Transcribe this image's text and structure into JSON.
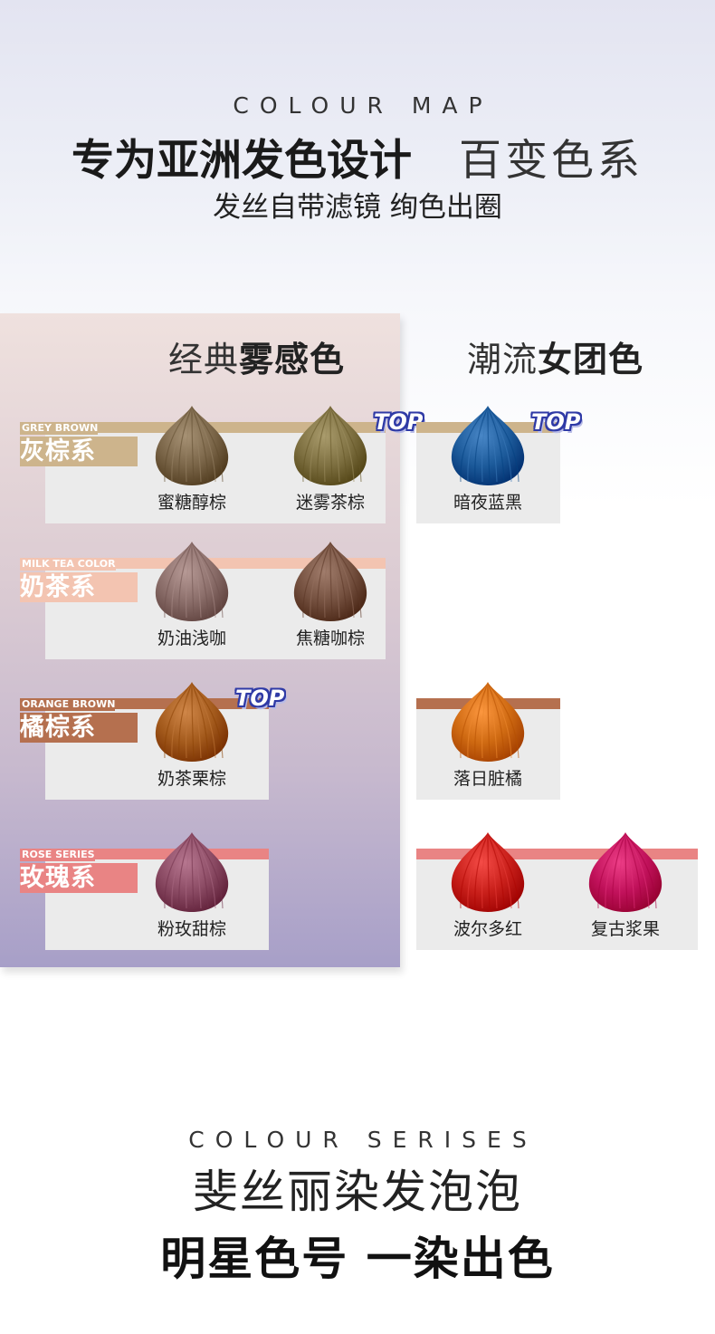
{
  "header": {
    "eyebrow": "COLOUR MAP",
    "title_bold": "专为亚洲发色设计",
    "title_light": "百变色系",
    "subtitle": "发丝自带滤镜 绚色出圈"
  },
  "columns": {
    "classic": {
      "title_part1": "经典",
      "title_part2": "雾感色"
    },
    "trend": {
      "title_part1": "潮流",
      "title_part2": "女团色"
    }
  },
  "top_badge": "TOP",
  "series": [
    {
      "en": "GREY BROWN",
      "cn": "灰棕系",
      "accent": "#cdb48c",
      "classic": [
        {
          "name": "蜜糖醇棕",
          "color": "#7a6548",
          "top": false
        },
        {
          "name": "迷雾茶棕",
          "color": "#7d6f40",
          "top": true
        }
      ],
      "trend": [
        {
          "name": "暗夜蓝黑",
          "color": "#1c5a9a",
          "top": true
        }
      ]
    },
    {
      "en": "MILK TEA COLOR",
      "cn": "奶茶系",
      "accent": "#f3c4b1",
      "classic": [
        {
          "name": "奶油浅咖",
          "color": "#8a6d69",
          "top": false
        },
        {
          "name": "焦糖咖棕",
          "color": "#74503f",
          "top": false
        }
      ],
      "trend": []
    },
    {
      "en": "ORANGE BROWN",
      "cn": "橘棕系",
      "accent": "#b5704f",
      "classic": [
        {
          "name": "奶茶栗棕",
          "color": "#a35a1c",
          "top": true
        }
      ],
      "trend": [
        {
          "name": "落日脏橘",
          "color": "#cf6a12",
          "top": false
        }
      ]
    },
    {
      "en": "ROSE SERIES",
      "cn": "玫瑰系",
      "accent": "#e98484",
      "classic": [
        {
          "name": "粉玫甜棕",
          "color": "#8a4a63",
          "top": false
        }
      ],
      "trend": [
        {
          "name": "波尔多红",
          "color": "#c81f1a",
          "top": false
        },
        {
          "name": "复古浆果",
          "color": "#c0115a",
          "top": false
        }
      ]
    }
  ],
  "footer": {
    "eyebrow": "COLOUR SERISES",
    "title": "斐丝丽染发泡泡",
    "subtitle": "明星色号 一染出色"
  }
}
